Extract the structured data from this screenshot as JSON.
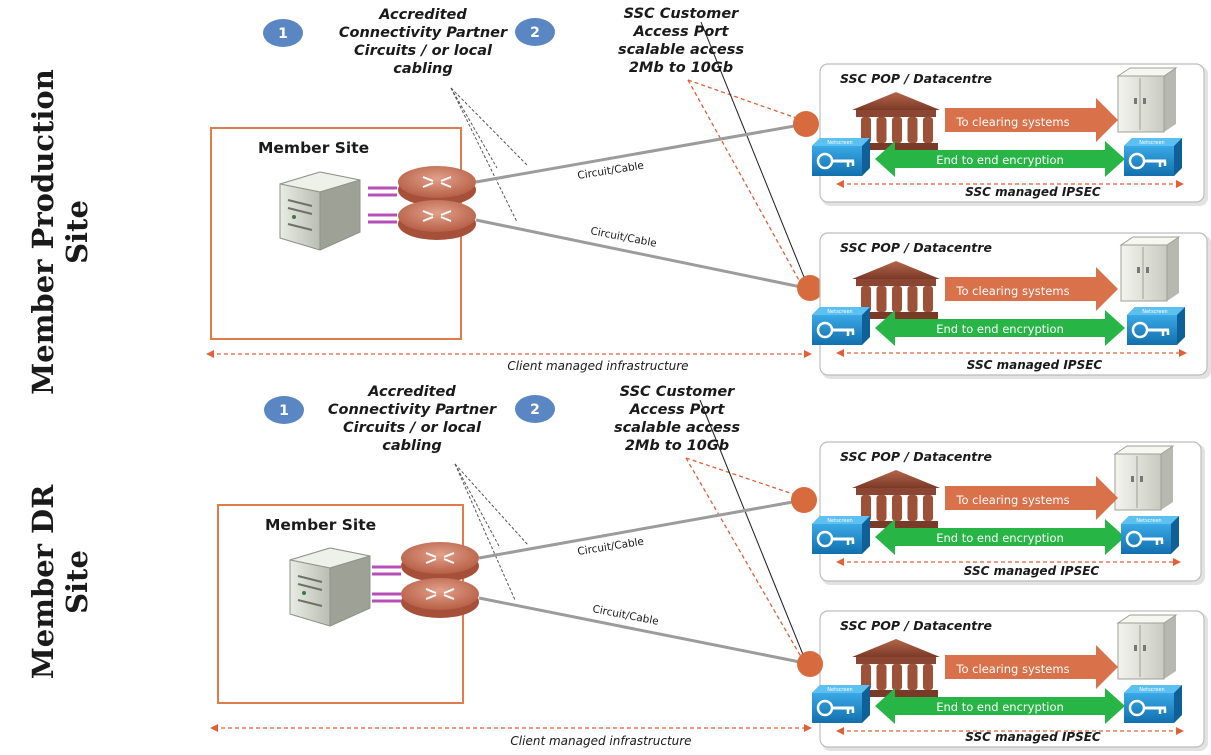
{
  "sides": [
    "Member Production Site",
    "Member DR Site"
  ],
  "sections": [
    {
      "side_label": [
        "Member Production",
        "Site"
      ],
      "member_site": "Member Site",
      "badge1": "1",
      "badge2": "2",
      "partner_text": [
        "Accredited",
        "Connectivity Partner",
        "Circuits / or local",
        "cabling"
      ],
      "ssc_port_text": [
        "SSC Customer",
        "Access  Port",
        "scalable access",
        "2Mb to 10Gb"
      ],
      "circuits": [
        "Circuit/Cable",
        "Circuit/Cable"
      ],
      "client_infra": "Client managed infrastructure",
      "pops": [
        {
          "title": "SSC POP / Datacentre",
          "clearing": "To clearing systems",
          "encryption": "End to end encryption",
          "ipsec": "SSC managed IPSEC"
        },
        {
          "title": "SSC POP / Datacentre",
          "clearing": "To clearing systems",
          "encryption": "End to end encryption",
          "ipsec": "SSC managed IPSEC"
        }
      ]
    },
    {
      "side_label": [
        "Member DR",
        "Site"
      ],
      "member_site": "Member Site",
      "badge1": "1",
      "badge2": "2",
      "partner_text": [
        "Accredited",
        "Connectivity Partner",
        "Circuits / or local",
        "cabling"
      ],
      "ssc_port_text": [
        "SSC Customer",
        "Access  Port",
        "scalable access",
        "2Mb to 10Gb"
      ],
      "circuits": [
        "Circuit/Cable",
        "Circuit/Cable"
      ],
      "client_infra": "Client managed infrastructure",
      "pops": [
        {
          "title": "SSC POP / Datacentre",
          "clearing": "To clearing systems",
          "encryption": "End to end encryption",
          "ipsec": "SSC managed IPSEC"
        },
        {
          "title": "SSC POP / Datacentre",
          "clearing": "To clearing systems",
          "encryption": "End to end encryption",
          "ipsec": "SSC managed IPSEC"
        }
      ]
    }
  ],
  "icons": [
    "server-icon",
    "router-icon",
    "bank-building-icon",
    "key-device-icon",
    "datacentre-cabinet-icon",
    "connection-point-icon"
  ],
  "device_bezel": "Netscreen",
  "colors": {
    "member_box_border": "#e07b4c",
    "router": "#cc7358",
    "connection_point": "#d86b3e",
    "clearing_arrow": "#d9714a",
    "encryption_arrow": "#27b546",
    "key_device": "#1a8fd0",
    "badge": "#5b86c4",
    "dashed_callout": "#e0603a",
    "link_purple": "#b84fb8"
  }
}
